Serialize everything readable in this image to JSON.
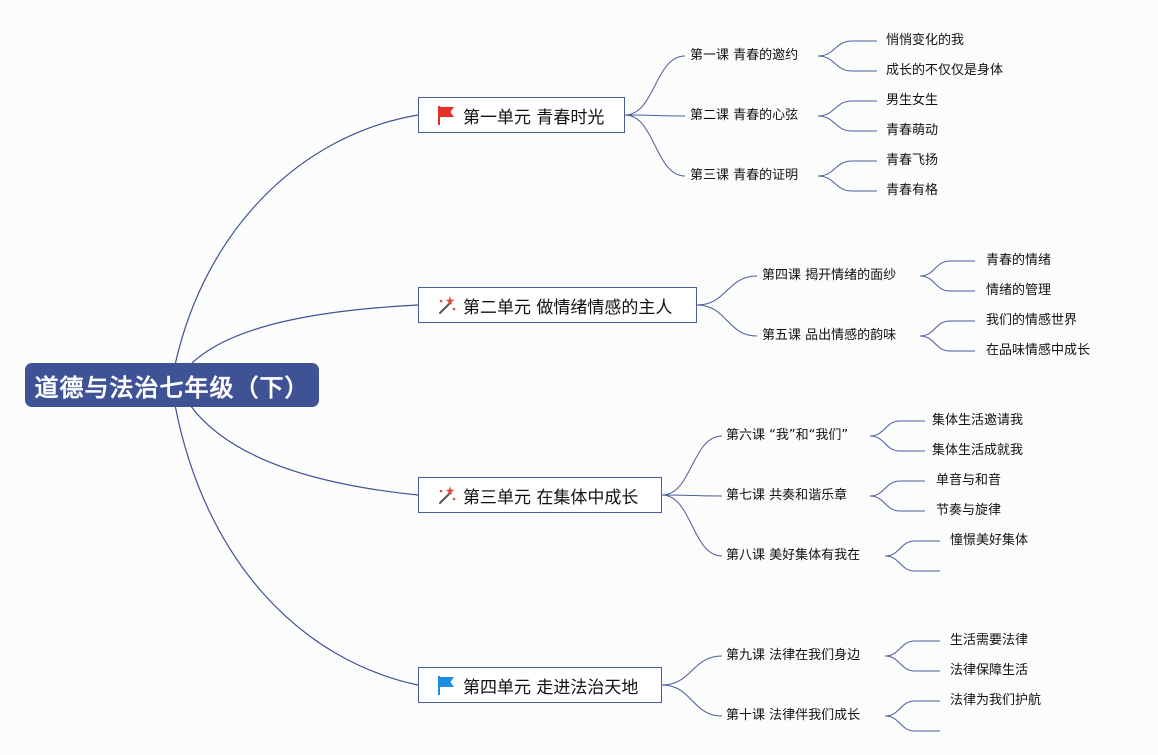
{
  "title": "道德与法治七年级（下）",
  "units": [
    {
      "label": "第一单元 青春时光",
      "icon": "red-flag-icon",
      "lessons": [
        {
          "label": "第一课 青春的邀约",
          "topics": [
            "悄悄变化的我",
            "成长的不仅仅是身体"
          ]
        },
        {
          "label": "第二课 青春的心弦",
          "topics": [
            "男生女生",
            "青春萌动"
          ]
        },
        {
          "label": "第三课 青春的证明",
          "topics": [
            "青春飞扬",
            "青春有格"
          ]
        }
      ]
    },
    {
      "label": "第二单元 做情绪情感的主人",
      "icon": "magic-wand-icon",
      "lessons": [
        {
          "label": "第四课 揭开情绪的面纱",
          "topics": [
            "青春的情绪",
            "情绪的管理"
          ]
        },
        {
          "label": "第五课 品出情感的韵味",
          "topics": [
            "我们的情感世界",
            "在品味情感中成长"
          ]
        }
      ]
    },
    {
      "label": "第三单元 在集体中成长",
      "icon": "magic-wand-icon",
      "lessons": [
        {
          "label": "第六课 “我”和“我们”",
          "topics": [
            "集体生活邀请我",
            "集体生活成就我"
          ]
        },
        {
          "label": "第七课 共奏和谐乐章",
          "topics": [
            "单音与和音",
            "节奏与旋律"
          ]
        },
        {
          "label": "第八课 美好集体有我在",
          "topics": [
            "憧憬美好集体",
            ""
          ]
        }
      ]
    },
    {
      "label": "第四单元 走进法治天地",
      "icon": "blue-flag-icon",
      "lessons": [
        {
          "label": "第九课 法律在我们身边",
          "topics": [
            "生活需要法律",
            "法律保障生活"
          ]
        },
        {
          "label": "第十课 法律伴我们成长",
          "topics": [
            "法律为我们护航",
            ""
          ]
        }
      ]
    }
  ],
  "colors": {
    "root_bg": "#3f5296",
    "line": "#4a5d9a",
    "red_flag": "#e8302a",
    "blue_flag": "#1e8ee0",
    "wand_star": "#e24a3c"
  }
}
